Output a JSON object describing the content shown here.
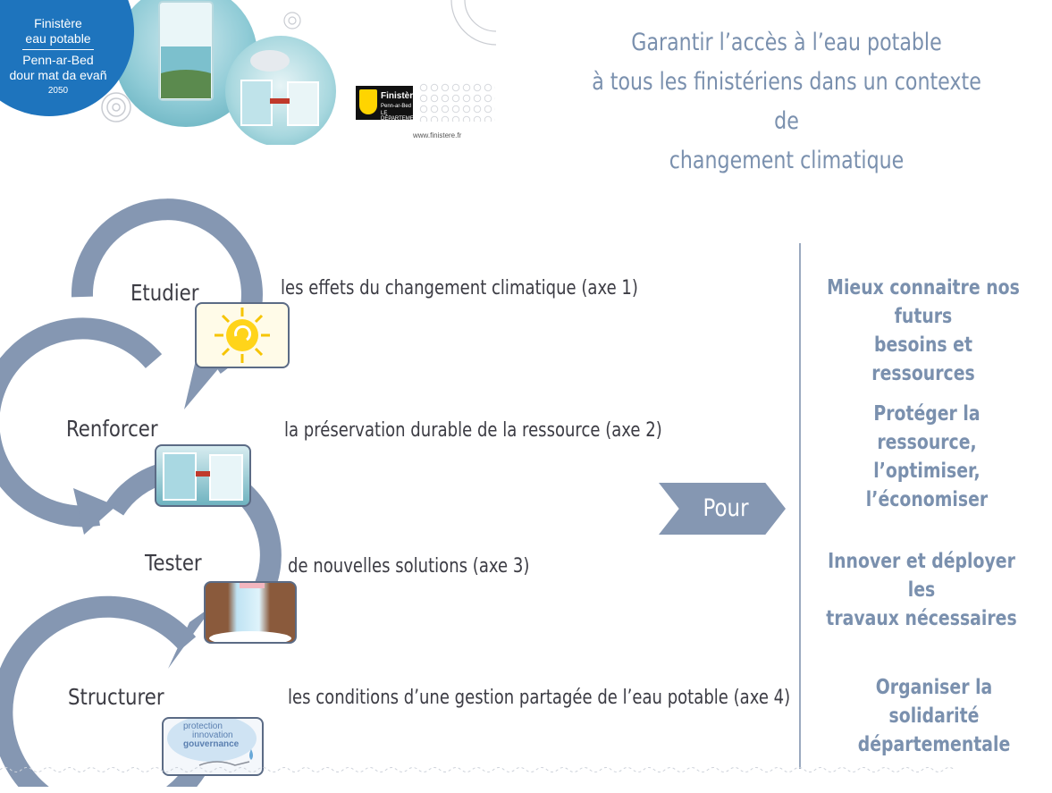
{
  "banner": {
    "disc_line1": "Finistère",
    "disc_line2": "eau potable",
    "disc_line3": "Penn-ar-Bed",
    "disc_line4": "dour mat da evañ",
    "disc_year": "2050",
    "brand_name": "Finistère",
    "brand_sub": "Penn-ar-Bed",
    "brand_tag": "LE DÉPARTEMENT",
    "url": "www.finistere.fr"
  },
  "title": {
    "line1": "Garantir l’accès à l’eau potable",
    "line2": "à tous les finistériens dans un contexte de",
    "line3": "changement climatique"
  },
  "steps": [
    {
      "verb": "Etudier",
      "desc": "les effets du changement climatique (axe 1)"
    },
    {
      "verb": "Renforcer",
      "desc": "la préservation durable de la ressource (axe 2)"
    },
    {
      "verb": "Tester",
      "desc": "de nouvelles solutions (axe 3)"
    },
    {
      "verb": "Structurer",
      "desc": "les conditions d’une gestion partagée de l’eau potable (axe 4)"
    }
  ],
  "thumb_gouv": {
    "line1": "protection",
    "line2": "innovation",
    "line3": "gouvernance"
  },
  "pour_label": "Pour",
  "goals": [
    {
      "line1": "Mieux connaitre nos futurs",
      "line2": "besoins et ressources"
    },
    {
      "line1": "Protéger la ressource,",
      "line2": "l’optimiser, l’économiser"
    },
    {
      "line1": "Innover et déployer les",
      "line2": "travaux nécessaires"
    },
    {
      "line1": "Organiser la solidarité",
      "line2": "départementale"
    }
  ],
  "colors": {
    "arc": "#8597b2",
    "title": "#7a90ae",
    "disc": "#1e74bd"
  }
}
